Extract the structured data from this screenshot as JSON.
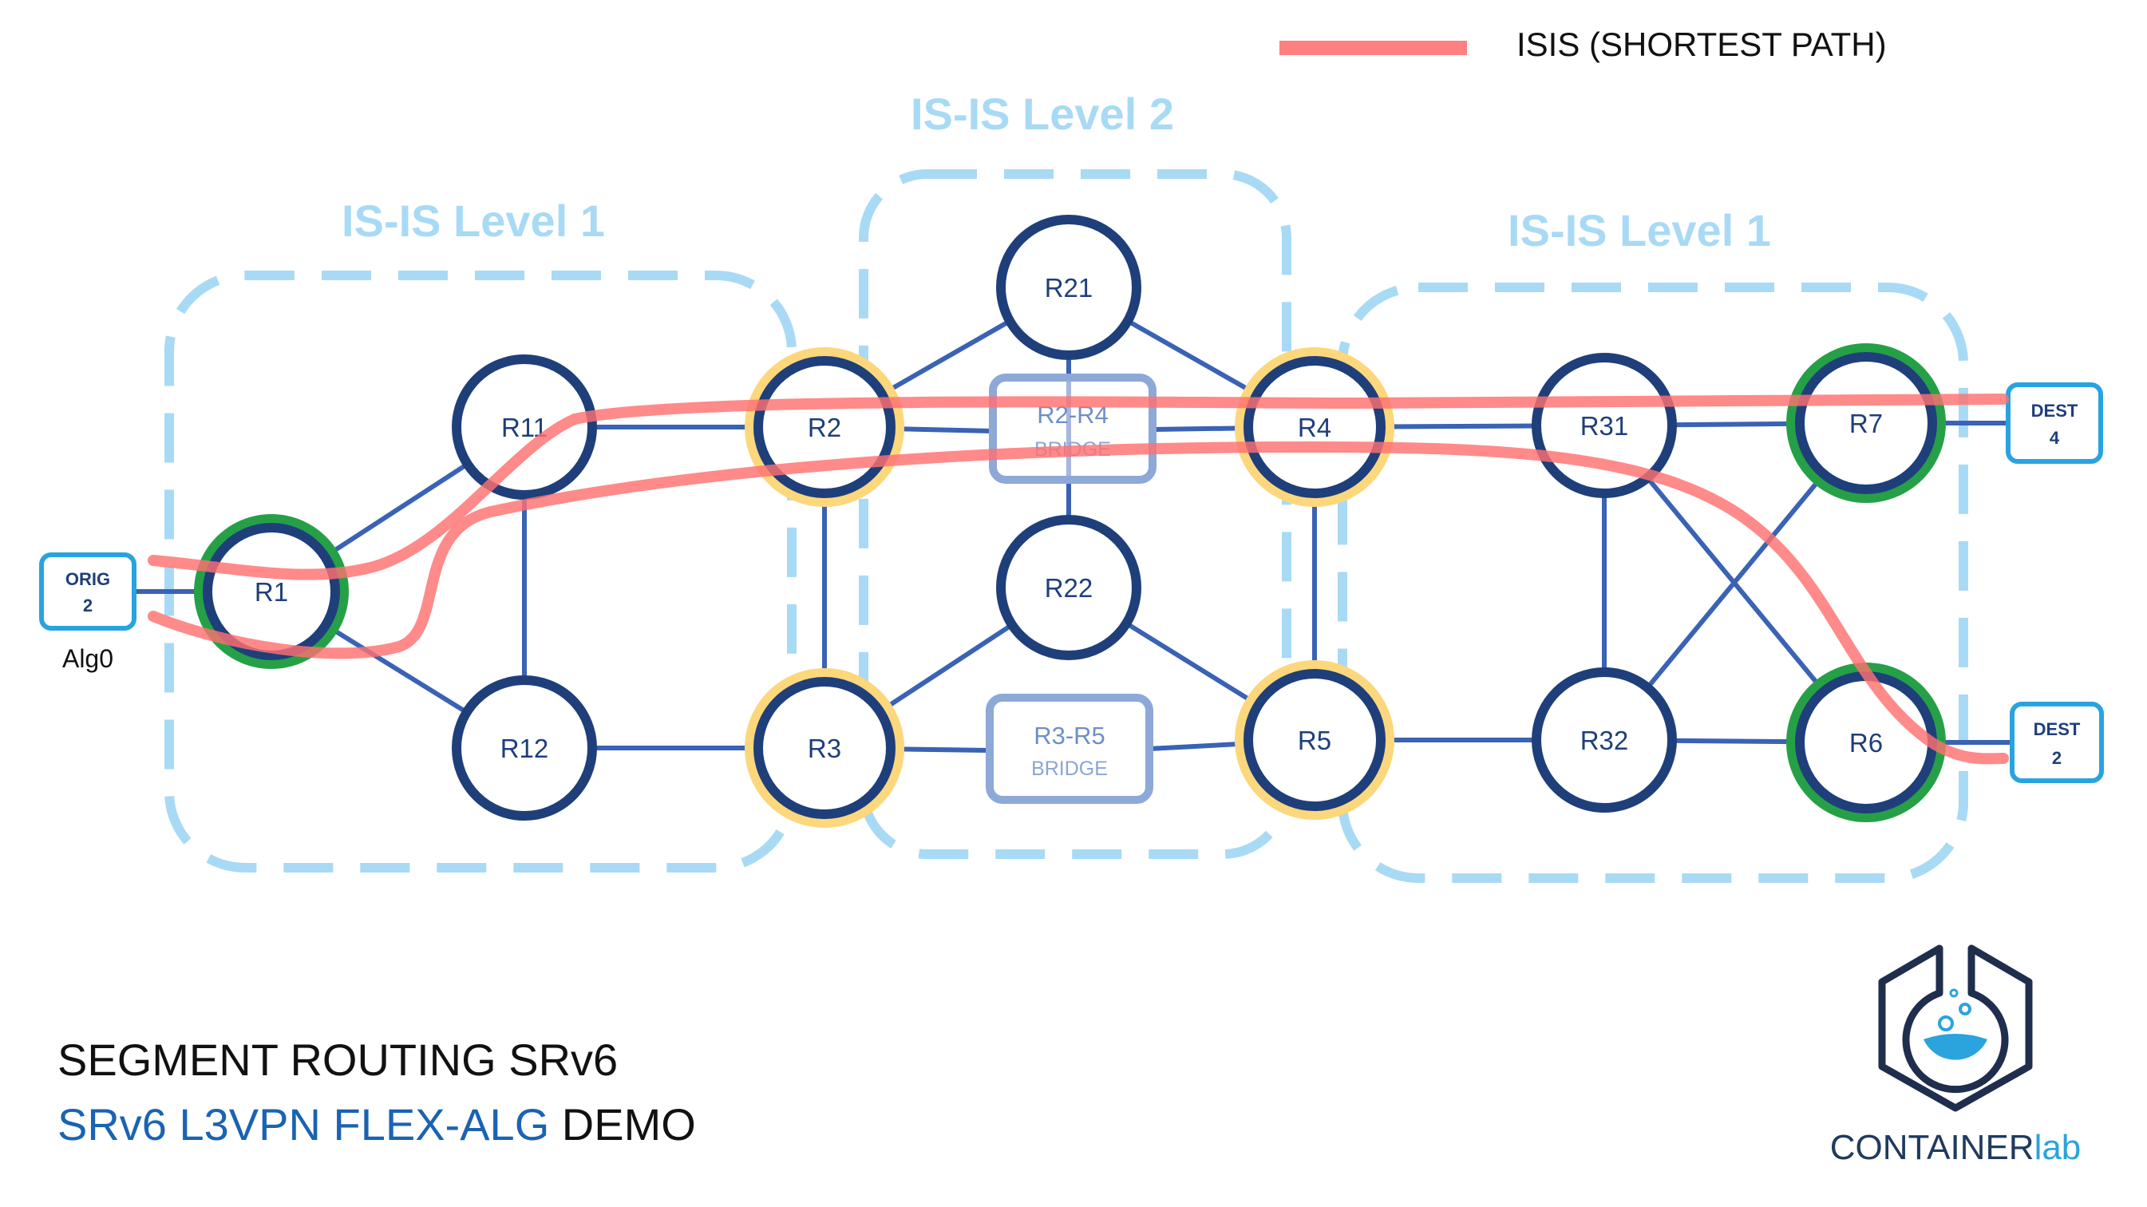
{
  "legend": {
    "label": "ISIS (SHORTEST PATH)",
    "color": "#ff8080"
  },
  "areas": [
    {
      "id": "l1-left",
      "title": "IS-IS Level 1"
    },
    {
      "id": "l2-core",
      "title": "IS-IS Level 2"
    },
    {
      "id": "l1-right",
      "title": "IS-IS Level 1"
    }
  ],
  "routers": [
    {
      "id": "R1",
      "label": "R1",
      "role": "edge"
    },
    {
      "id": "R11",
      "label": "R11",
      "role": "internal"
    },
    {
      "id": "R12",
      "label": "R12",
      "role": "internal"
    },
    {
      "id": "R2",
      "label": "R2",
      "role": "border"
    },
    {
      "id": "R3",
      "label": "R3",
      "role": "border"
    },
    {
      "id": "R21",
      "label": "R21",
      "role": "internal"
    },
    {
      "id": "R22",
      "label": "R22",
      "role": "internal"
    },
    {
      "id": "R4",
      "label": "R4",
      "role": "border"
    },
    {
      "id": "R5",
      "label": "R5",
      "role": "border"
    },
    {
      "id": "R31",
      "label": "R31",
      "role": "internal"
    },
    {
      "id": "R32",
      "label": "R32",
      "role": "internal"
    },
    {
      "id": "R7",
      "label": "R7",
      "role": "edge"
    },
    {
      "id": "R6",
      "label": "R6",
      "role": "edge"
    }
  ],
  "bridges": [
    {
      "id": "R2-R4",
      "label": "R2-R4",
      "sub": "BRIDGE"
    },
    {
      "id": "R3-R5",
      "label": "R3-R5",
      "sub": "BRIDGE"
    }
  ],
  "endpoints": [
    {
      "id": "ORIG2",
      "line1": "ORIG",
      "line2": "2",
      "note": "Alg0"
    },
    {
      "id": "DEST4",
      "line1": "DEST",
      "line2": "4"
    },
    {
      "id": "DEST2",
      "line1": "DEST",
      "line2": "2"
    }
  ],
  "links": [
    [
      "ORIG2",
      "R1"
    ],
    [
      "R1",
      "R11"
    ],
    [
      "R1",
      "R12"
    ],
    [
      "R11",
      "R12"
    ],
    [
      "R11",
      "R2"
    ],
    [
      "R12",
      "R3"
    ],
    [
      "R2",
      "R3"
    ],
    [
      "R2",
      "R21"
    ],
    [
      "R21",
      "R4"
    ],
    [
      "R21",
      "R22"
    ],
    [
      "R3",
      "R22"
    ],
    [
      "R22",
      "R5"
    ],
    [
      "R2",
      "R2-R4"
    ],
    [
      "R2-R4",
      "R4"
    ],
    [
      "R3",
      "R3-R5"
    ],
    [
      "R3-R5",
      "R5"
    ],
    [
      "R4",
      "R5"
    ],
    [
      "R4",
      "R31"
    ],
    [
      "R5",
      "R32"
    ],
    [
      "R31",
      "R32"
    ],
    [
      "R31",
      "R7"
    ],
    [
      "R31",
      "R6"
    ],
    [
      "R32",
      "R7"
    ],
    [
      "R32",
      "R6"
    ],
    [
      "R7",
      "DEST4"
    ],
    [
      "R6",
      "DEST2"
    ]
  ],
  "colors": {
    "link": "#3a62b5",
    "router_ring": "#1f3f7a",
    "border_halo": "#fcd77c",
    "edge_halo": "#26a047",
    "area_dash": "#a8daf5",
    "bridge": "#8ea8d8",
    "endpoint": "#29a3e0"
  },
  "title": {
    "line1": "SEGMENT ROUTING SRv6",
    "line2_accent": "SRv6 L3VPN FLEX-ALG",
    "line2_rest": " DEMO"
  },
  "brand": {
    "part1": "CONTAINER",
    "part2": "lab"
  }
}
